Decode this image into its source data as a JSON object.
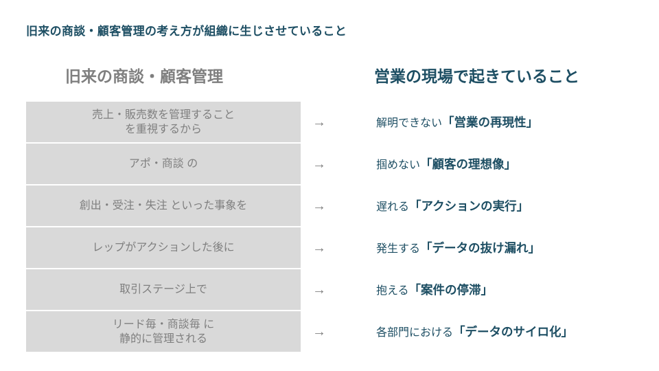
{
  "slide": {
    "title": "旧来の商談・顧客管理の考え方が組織に生じさせていること",
    "left_header": "旧来の商談・顧客管理",
    "right_header": "営業の現場で起きていること",
    "arrow_glyph": "→",
    "colors": {
      "accent_teal": "#1d4e63",
      "gray_text": "#7f7f7f",
      "box_background": "#d9d9d9",
      "arrow_gray": "#808080"
    },
    "rows": [
      {
        "cause": [
          "売上・販売数を管理すること",
          "を重視するから"
        ],
        "effect_lead": "解明できない",
        "effect_emphasis": "「営業の再現性」"
      },
      {
        "cause": [
          "アポ・商談 の"
        ],
        "effect_lead": "掴めない",
        "effect_emphasis": "「顧客の理想像」"
      },
      {
        "cause": [
          "創出・受注・失注 といった事象を"
        ],
        "effect_lead": "遅れる",
        "effect_emphasis": "「アクションの実行」"
      },
      {
        "cause": [
          "レップがアクションした後に"
        ],
        "effect_lead": "発生する",
        "effect_emphasis": "「データの抜け漏れ」"
      },
      {
        "cause": [
          "取引ステージ上で"
        ],
        "effect_lead": "抱える",
        "effect_emphasis": "「案件の停滞」"
      },
      {
        "cause": [
          "リード毎・商談毎 に",
          "静的に管理される"
        ],
        "effect_lead": "各部門における",
        "effect_emphasis": "「データのサイロ化」"
      }
    ]
  }
}
